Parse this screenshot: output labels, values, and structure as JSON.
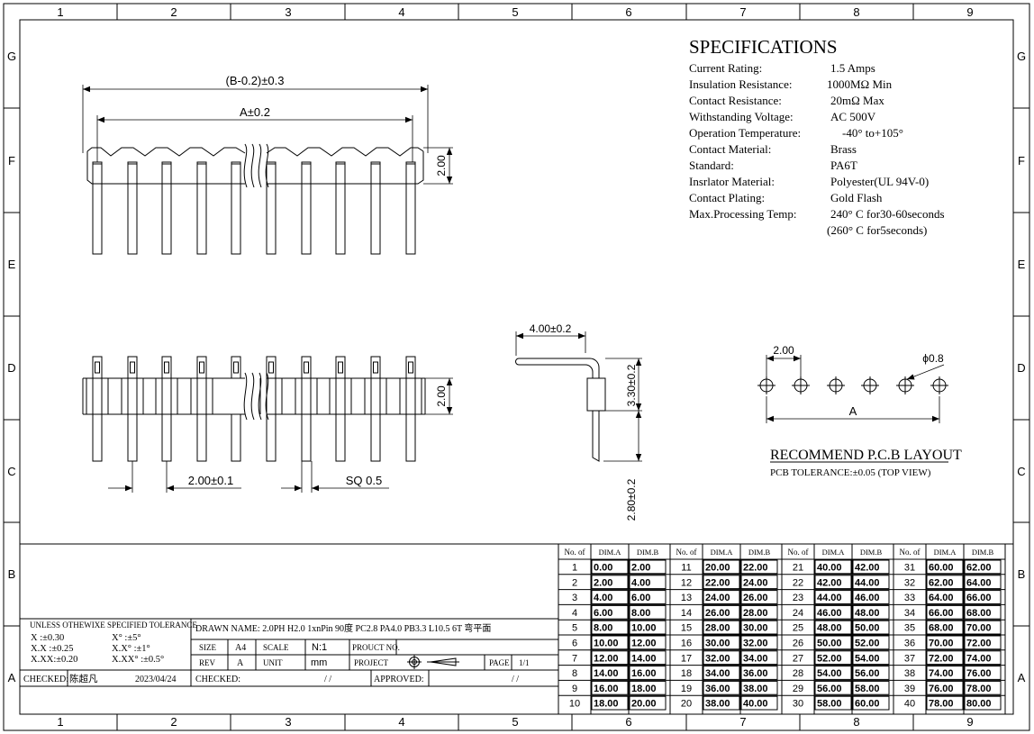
{
  "grid": {
    "cols": [
      "1",
      "2",
      "3",
      "4",
      "5",
      "6",
      "7",
      "8",
      "9"
    ],
    "rows": [
      "G",
      "F",
      "E",
      "D",
      "C",
      "B",
      "A"
    ]
  },
  "dims": {
    "b_overall": "(B-0.2)±0.3",
    "a_pitch": "A±0.2",
    "height_top": "2.00",
    "height_front": "2.00",
    "pitch_bottom": "2.00±0.1",
    "sq": "SQ 0.5",
    "side_length": "4.00±0.2",
    "side_height": "3.30±0.2",
    "side_tail": "2.80±0.2",
    "pcb_pitch": "2.00",
    "pcb_dia": "ϕ0.8",
    "pcb_a": "A"
  },
  "specs": {
    "title": "SPECIFICATIONS",
    "lines": [
      [
        "Current Rating:",
        "1.5 Amps"
      ],
      [
        "Insulation Resistance:",
        "1000MΩ  Min"
      ],
      [
        "Contact Resistance:",
        "20mΩ  Max"
      ],
      [
        "Withstanding Voltage:",
        "AC 500V"
      ],
      [
        "Operation Temperature:",
        "-40° to+105°"
      ],
      [
        "Contact Material:",
        "Brass"
      ],
      [
        "Standard:",
        "PA6T"
      ],
      [
        "Insrlator Material:",
        "Polyester(UL 94V-0)"
      ],
      [
        "Contact Plating:",
        "Gold Flash"
      ],
      [
        "Max.Processing Temp:",
        "240° C for30-60seconds"
      ],
      [
        "",
        "(260° C for5seconds)"
      ]
    ]
  },
  "pcb": {
    "title": "RECOMMEND P.C.B LAYOUT",
    "tolerance": "PCB TOLERANCE:±0.05 (TOP VIEW)"
  },
  "title_block": {
    "tol_header": "UNLESS OTHEWIXE SPECIFIED TOLERANCE",
    "tol_rows": [
      [
        "X   :±0.30",
        "X°     :±5°"
      ],
      [
        "X.X :±0.25",
        "X.X°   :±1°"
      ],
      [
        "X.XX:±0.20",
        "X.XX°  :±0.5°"
      ]
    ],
    "checked_label": "CHECKED:",
    "checked_name": "陈超凡",
    "checked_date": "2023/04/24",
    "drawn_name": "DRAWN NAME: 2.0PH H2.0 1xnPin 90度 PC2.8 PA4.0 PB3.3 L10.5 6T 弯平面",
    "size_label": "SIZE",
    "size_val": "A4",
    "scale_label": "SCALE",
    "scale_val": "N:1",
    "prouct_label": "PROUCT NO.",
    "rev_label": "REV",
    "rev_val": "A",
    "unit_label": "UNIT",
    "unit_val": "mm",
    "project_label": "PROJECT",
    "page_label": "PAGE",
    "page_val": "1/1",
    "checked2_label": "CHECKED:",
    "date_blank": "/  /",
    "approved_label": "APPROVED:",
    "date_blank2": "/  /"
  },
  "dim_table": {
    "headers": [
      "No. of",
      "DIM.A",
      "DIM.B"
    ],
    "rows": [
      [
        [
          "1",
          "0.00",
          "2.00"
        ],
        [
          "11",
          "20.00",
          "22.00"
        ],
        [
          "21",
          "40.00",
          "42.00"
        ],
        [
          "31",
          "60.00",
          "62.00"
        ]
      ],
      [
        [
          "2",
          "2.00",
          "4.00"
        ],
        [
          "12",
          "22.00",
          "24.00"
        ],
        [
          "22",
          "42.00",
          "44.00"
        ],
        [
          "32",
          "62.00",
          "64.00"
        ]
      ],
      [
        [
          "3",
          "4.00",
          "6.00"
        ],
        [
          "13",
          "24.00",
          "26.00"
        ],
        [
          "23",
          "44.00",
          "46.00"
        ],
        [
          "33",
          "64.00",
          "66.00"
        ]
      ],
      [
        [
          "4",
          "6.00",
          "8.00"
        ],
        [
          "14",
          "26.00",
          "28.00"
        ],
        [
          "24",
          "46.00",
          "48.00"
        ],
        [
          "34",
          "66.00",
          "68.00"
        ]
      ],
      [
        [
          "5",
          "8.00",
          "10.00"
        ],
        [
          "15",
          "28.00",
          "30.00"
        ],
        [
          "25",
          "48.00",
          "50.00"
        ],
        [
          "35",
          "68.00",
          "70.00"
        ]
      ],
      [
        [
          "6",
          "10.00",
          "12.00"
        ],
        [
          "16",
          "30.00",
          "32.00"
        ],
        [
          "26",
          "50.00",
          "52.00"
        ],
        [
          "36",
          "70.00",
          "72.00"
        ]
      ],
      [
        [
          "7",
          "12.00",
          "14.00"
        ],
        [
          "17",
          "32.00",
          "34.00"
        ],
        [
          "27",
          "52.00",
          "54.00"
        ],
        [
          "37",
          "72.00",
          "74.00"
        ]
      ],
      [
        [
          "8",
          "14.00",
          "16.00"
        ],
        [
          "18",
          "34.00",
          "36.00"
        ],
        [
          "28",
          "54.00",
          "56.00"
        ],
        [
          "38",
          "74.00",
          "76.00"
        ]
      ],
      [
        [
          "9",
          "16.00",
          "18.00"
        ],
        [
          "19",
          "36.00",
          "38.00"
        ],
        [
          "29",
          "56.00",
          "58.00"
        ],
        [
          "39",
          "76.00",
          "78.00"
        ]
      ],
      [
        [
          "10",
          "18.00",
          "20.00"
        ],
        [
          "20",
          "38.00",
          "40.00"
        ],
        [
          "30",
          "58.00",
          "60.00"
        ],
        [
          "40",
          "78.00",
          "80.00"
        ]
      ]
    ]
  }
}
